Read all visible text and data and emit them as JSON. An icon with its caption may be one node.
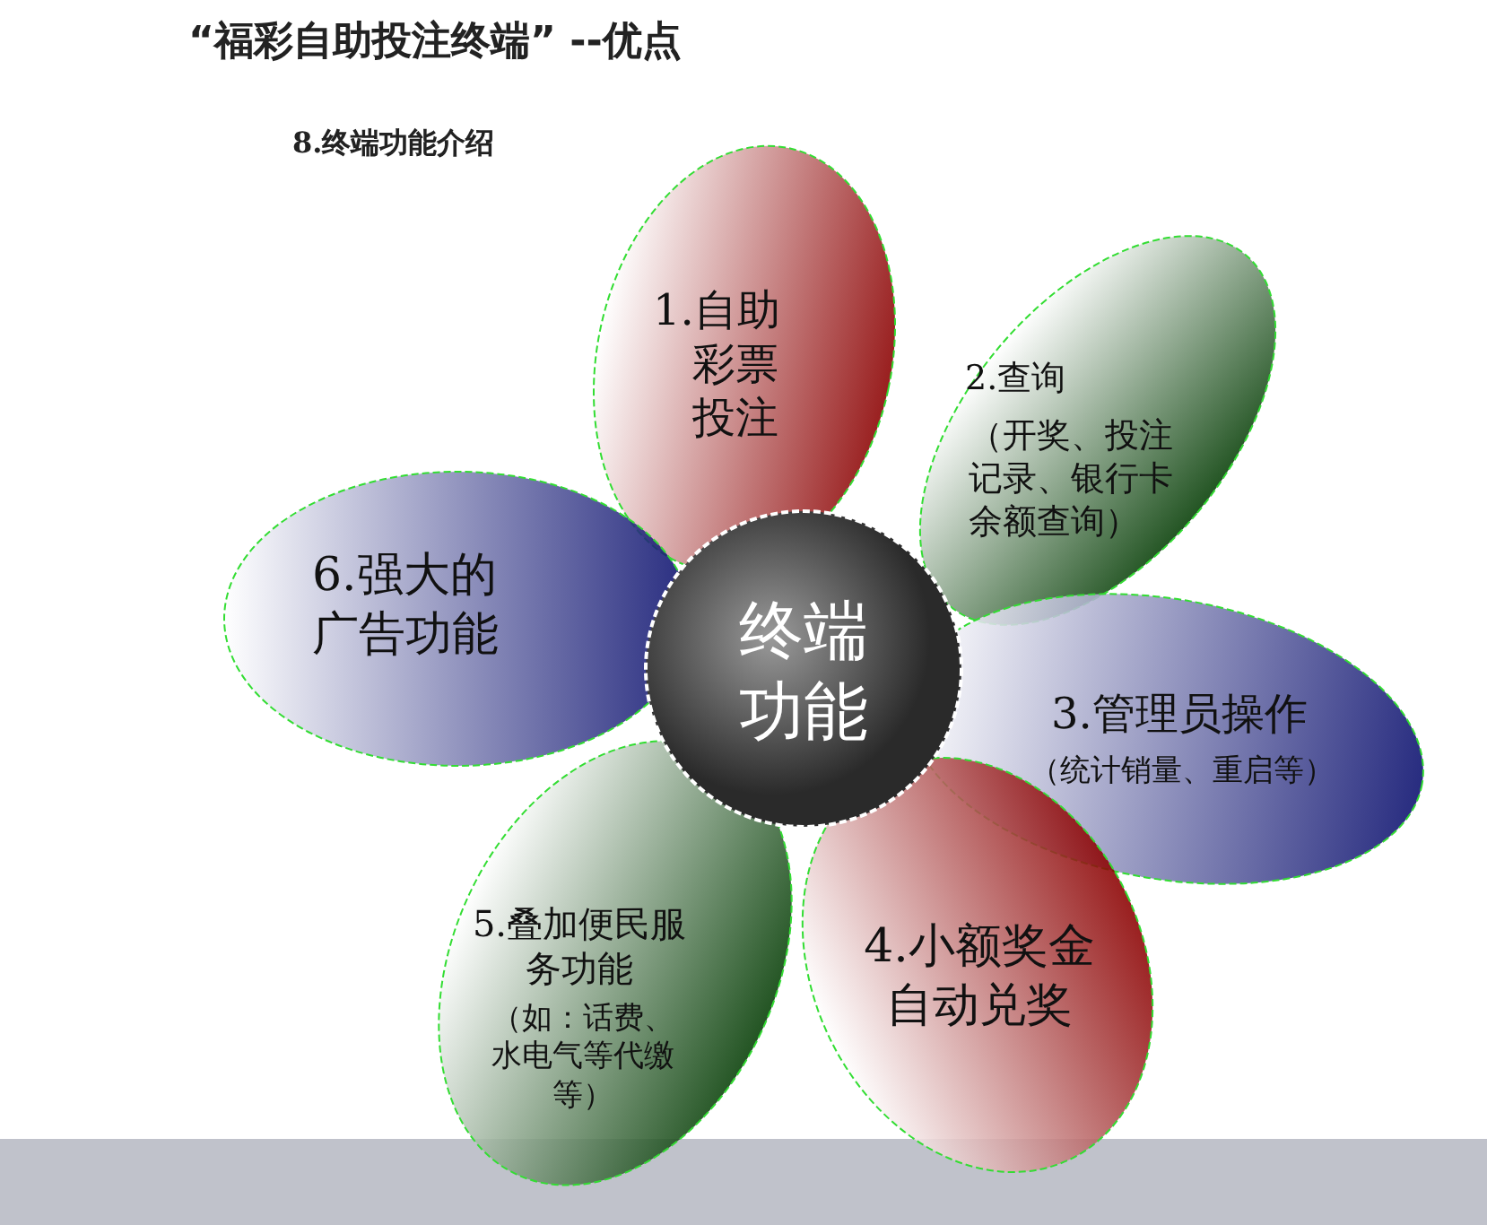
{
  "diagram": {
    "title": "“福彩自助投注终端” --优点",
    "nodes": [
      {
        "text": [
          "1.自助彩票投注"
        ]
      },
      {
        "text": [
          "2.查询",
          "（开奖、投注记录、银行卡余额查询）"
        ]
      },
      {
        "text": [
          "3.管理员操作",
          "（统计销量、重启等）"
        ]
      },
      {
        "text": [
          "4.小额奖金自动兑奖"
        ]
      },
      {
        "text": [
          "5.叠加便民服务功能",
          "（如：话费、水电气等代缴等）"
        ]
      },
      {
        "text": [
          "6.强大的广告功能"
        ]
      },
      {
        "text": [
          "终端功能"
        ]
      },
      {
        "text": [],
        "shape": "bar"
      }
    ],
    "labels": [
      "8.终端功能介绍"
    ]
  }
}
